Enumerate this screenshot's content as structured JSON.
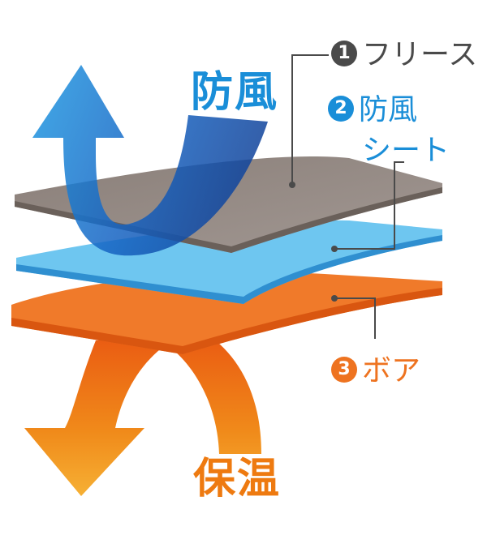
{
  "labels": {
    "windproof": "防風",
    "warmth": "保温"
  },
  "layers": [
    {
      "number": "1",
      "name": "フリース",
      "color": "#8f8580"
    },
    {
      "number": "2",
      "name_line1": "防風",
      "name_line2": "シート",
      "color": "#39a7e4"
    },
    {
      "number": "3",
      "name": "ボア",
      "color": "#ee7320"
    }
  ],
  "colors": {
    "windproof_text": "#1a8ed8",
    "warmth_text": "#ee7a10",
    "leader_line": "#4a4a4a"
  }
}
